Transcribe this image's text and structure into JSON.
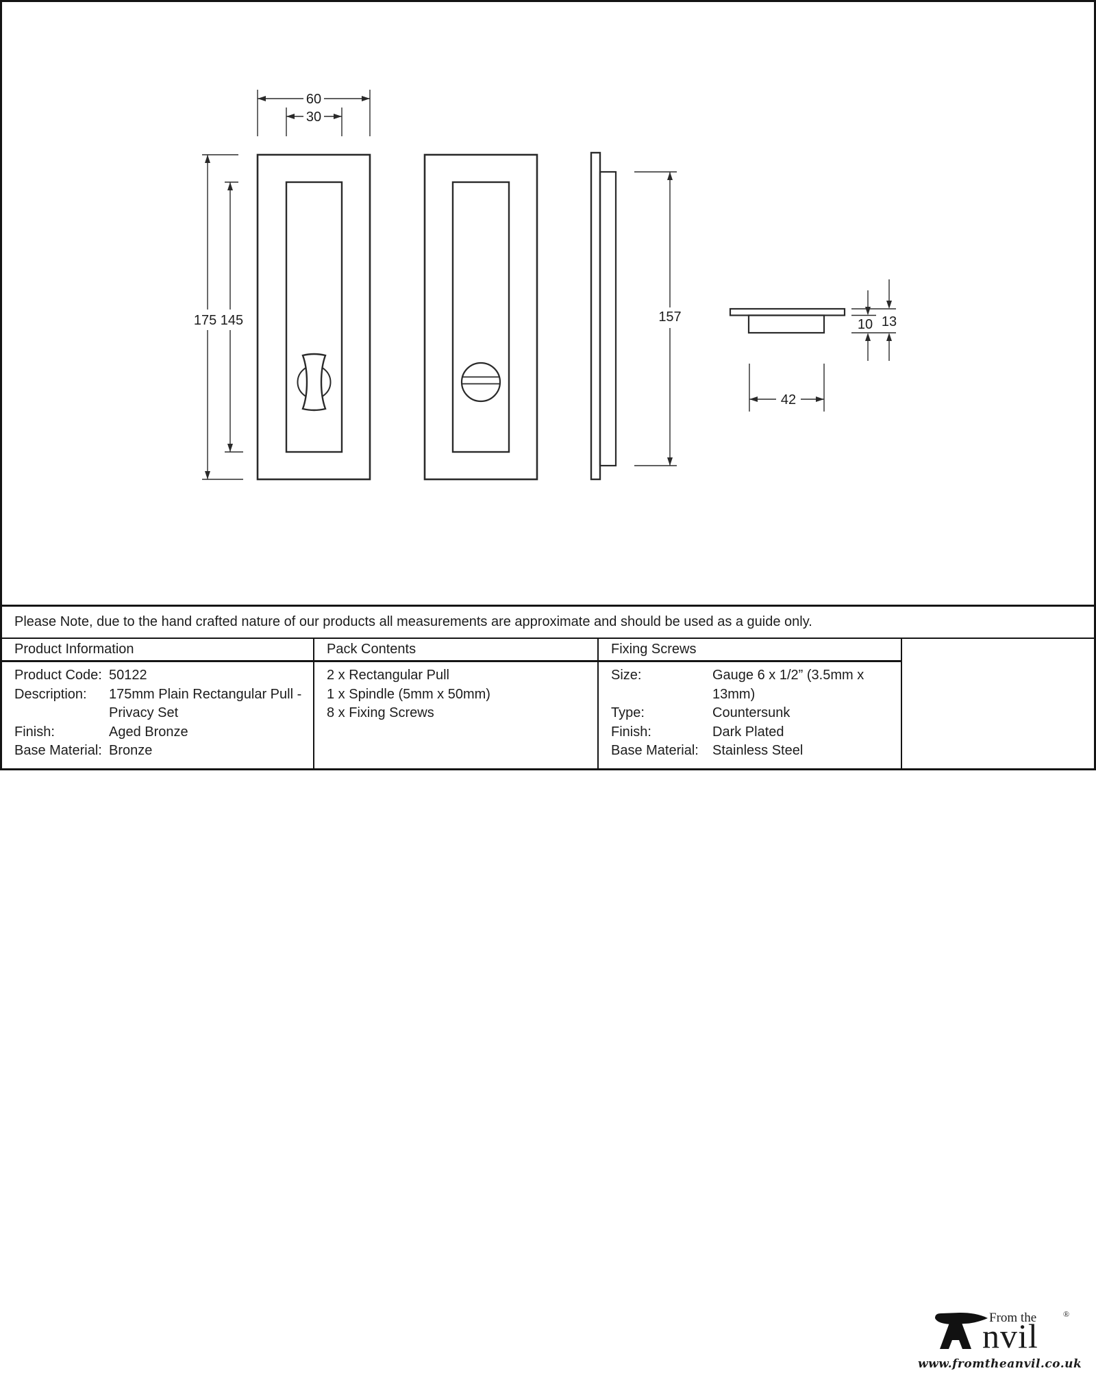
{
  "colors": {
    "line": "#2a2a2a",
    "text": "#1c1c1c",
    "background": "#ffffff"
  },
  "drawing": {
    "front_view": {
      "outer_width": "60",
      "inner_width": "30",
      "heights": "175 145"
    },
    "side_view": {
      "height": "157"
    },
    "section_view": {
      "width": "42",
      "recess_depth": "10",
      "total_depth": "13"
    }
  },
  "note": "Please Note, due to the hand crafted nature of our products all measurements are approximate and should be used as a guide only.",
  "table": {
    "product_info": {
      "header": "Product Information",
      "rows": [
        {
          "label": "Product Code:",
          "value": "50122"
        },
        {
          "label": "Description:",
          "value": "175mm Plain Rectangular Pull -"
        },
        {
          "label": "",
          "value": "Privacy Set"
        },
        {
          "label": "Finish:",
          "value": "Aged Bronze"
        },
        {
          "label": "Base Material:",
          "value": "Bronze"
        }
      ]
    },
    "pack_contents": {
      "header": "Pack Contents",
      "items": [
        "2 x Rectangular Pull",
        "1 x Spindle (5mm x 50mm)",
        "8 x Fixing Screws"
      ]
    },
    "fixing_screws": {
      "header": "Fixing Screws",
      "rows": [
        {
          "label": "Size:",
          "value": "Gauge 6 x 1/2” (3.5mm x 13mm)"
        },
        {
          "label": "Type:",
          "value": "Countersunk"
        },
        {
          "label": "Finish:",
          "value": "Dark Plated"
        },
        {
          "label": "Base Material:",
          "value": "Stainless Steel"
        }
      ]
    }
  },
  "logo": {
    "from_the": "From the",
    "anvil_suffix": "nvil",
    "registered": "®",
    "url": "www.fromtheanvil.co.uk"
  }
}
